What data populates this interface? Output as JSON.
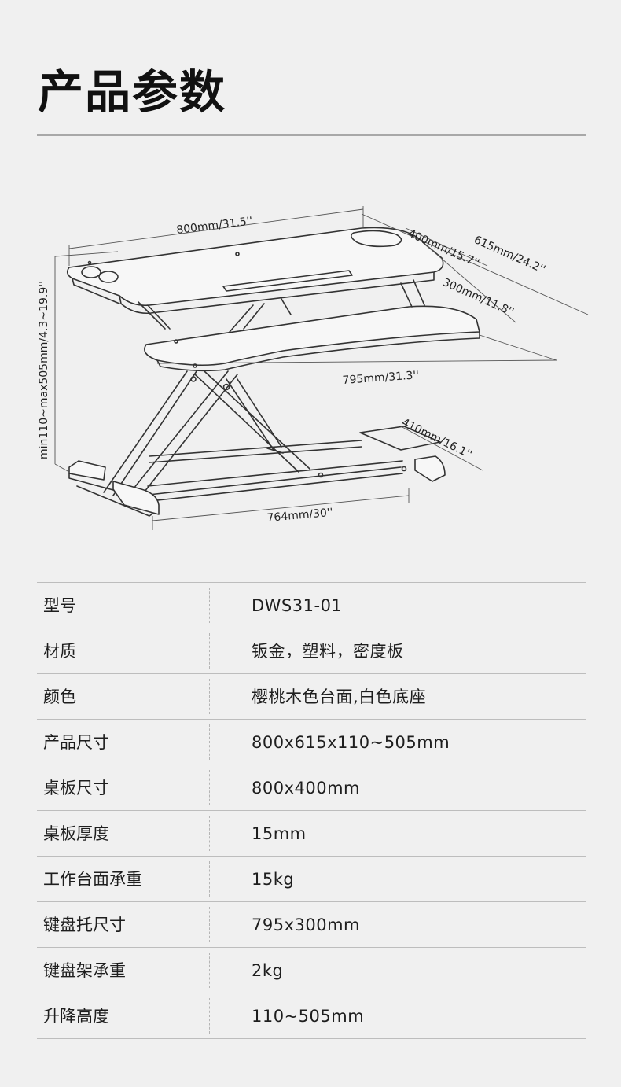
{
  "header": {
    "title": "产品参数"
  },
  "diagram": {
    "width_label": "800mm/31.5''",
    "depth_label": "615mm/24.2''",
    "top_depth_label": "400mm/15.7''",
    "keyboard_depth_label": "300mm/11.8''",
    "keyboard_width_label": "795mm/31.3''",
    "base_depth_label": "410mm/16.1''",
    "base_width_label": "764mm/30''",
    "height_label": "min110~max505mm/4.3~19.9''"
  },
  "specs": [
    {
      "label": "型号",
      "value": "DWS31-01"
    },
    {
      "label": "材质",
      "value": "钣金，塑料，密度板"
    },
    {
      "label": "颜色",
      "value": "樱桃木色台面,白色底座"
    },
    {
      "label": "产品尺寸",
      "value": "800x615x110~505mm"
    },
    {
      "label": "桌板尺寸",
      "value": "800x400mm"
    },
    {
      "label": "桌板厚度",
      "value": "15mm"
    },
    {
      "label": "工作台面承重",
      "value": "15kg"
    },
    {
      "label": "键盘托尺寸",
      "value": "795x300mm"
    },
    {
      "label": "键盘架承重",
      "value": "2kg"
    },
    {
      "label": "升降高度",
      "value": "110~505mm"
    }
  ]
}
